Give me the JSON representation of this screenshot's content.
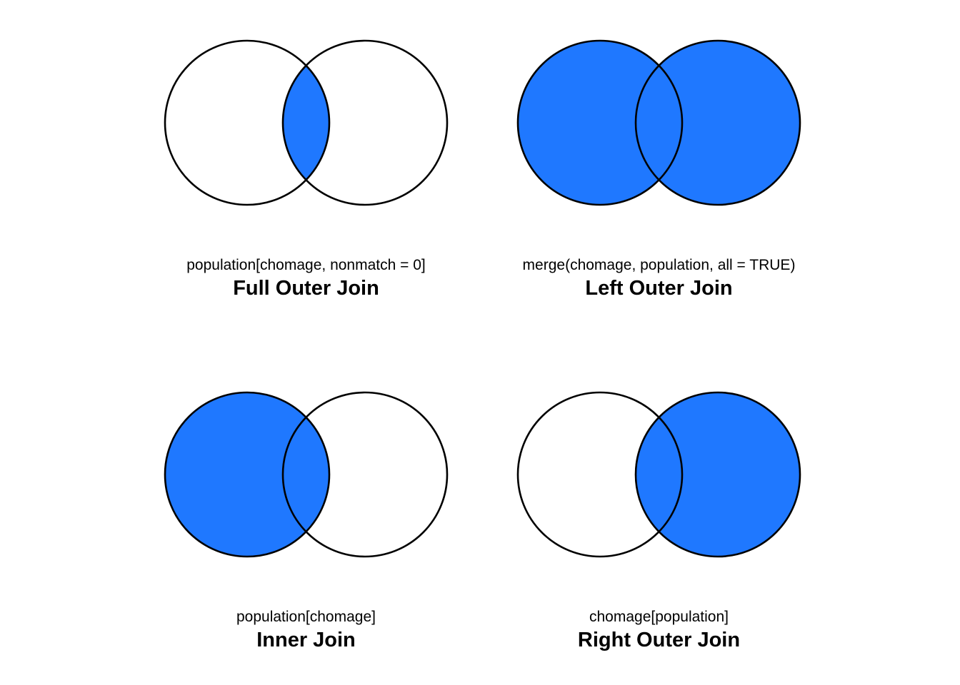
{
  "colors": {
    "fill": "#1f78ff",
    "outline": "#000000",
    "background": "#ffffff"
  },
  "panels": [
    {
      "code": "population[chomage, nonmatch = 0]",
      "title": "Full Outer Join",
      "shaded": [
        "intersection"
      ]
    },
    {
      "code": "merge(chomage, population, all = TRUE)",
      "title": "Left Outer Join",
      "shaded": [
        "left",
        "right"
      ]
    },
    {
      "code": "population[chomage]",
      "title": "Inner Join",
      "shaded": [
        "left"
      ]
    },
    {
      "code": "chomage[population]",
      "title": "Right Outer Join",
      "shaded": [
        "right"
      ]
    }
  ]
}
